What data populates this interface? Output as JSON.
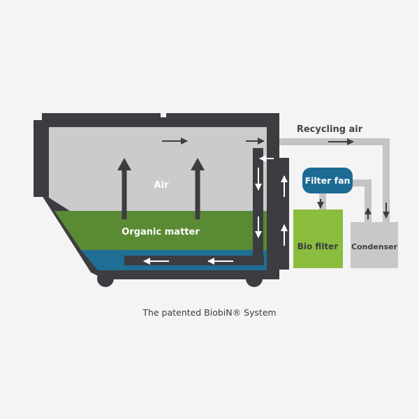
{
  "labels": {
    "air": "Air",
    "organic_matter": "Organic matter",
    "recycling_air": "Recycling air",
    "filter_fan": "Filter fan",
    "bio_filter": "Bio filter",
    "condenser": "Condenser"
  },
  "caption": "The patented BiobiN® System",
  "colors": {
    "background": "#f4f4f4",
    "tank_frame": "#3b3d40",
    "air_space": "#cbcbcb",
    "organic_matter": "#5a8a34",
    "liquid": "#1f6f95",
    "pipe": "#c4c4c4",
    "filter_fan": "#1d6a94",
    "bio_filter": "#8bbd3f",
    "condenser": "#c8c8c8",
    "arrow": "#3b3d40"
  },
  "icons": [
    "flow-arrow-icon",
    "wheel-icon"
  ]
}
